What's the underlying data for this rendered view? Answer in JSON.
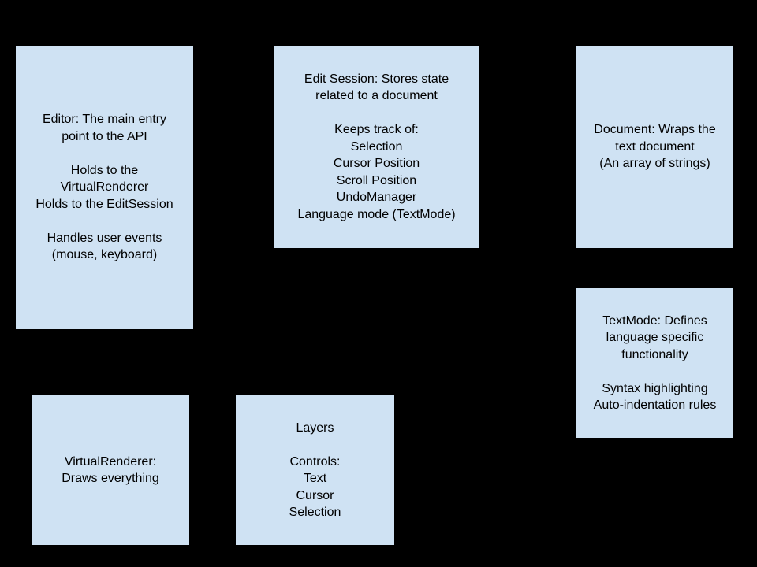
{
  "diagram": {
    "background_color": "#000000",
    "box_fill_color": "#cfe2f3",
    "box_border_color": "#000000",
    "boxes": {
      "editor": {
        "text": "Editor: The main entry\npoint to the API\n\nHolds to the\nVirtualRenderer\nHolds to the EditSession\n\nHandles user events\n(mouse, keyboard)"
      },
      "edit_session": {
        "text": "Edit Session: Stores state\nrelated to a document\n\nKeeps track of:\nSelection\nCursor Position\nScroll Position\nUndoManager\nLanguage mode (TextMode)"
      },
      "document": {
        "text": "Document: Wraps the\ntext document\n(An array of strings)"
      },
      "textmode": {
        "text": "TextMode: Defines\nlanguage specific\nfunctionality\n\nSyntax highlighting\nAuto-indentation rules"
      },
      "virtual_renderer": {
        "text": "VirtualRenderer:\nDraws everything"
      },
      "layers": {
        "text": "Layers\n\nControls:\nText\nCursor\nSelection"
      }
    }
  }
}
